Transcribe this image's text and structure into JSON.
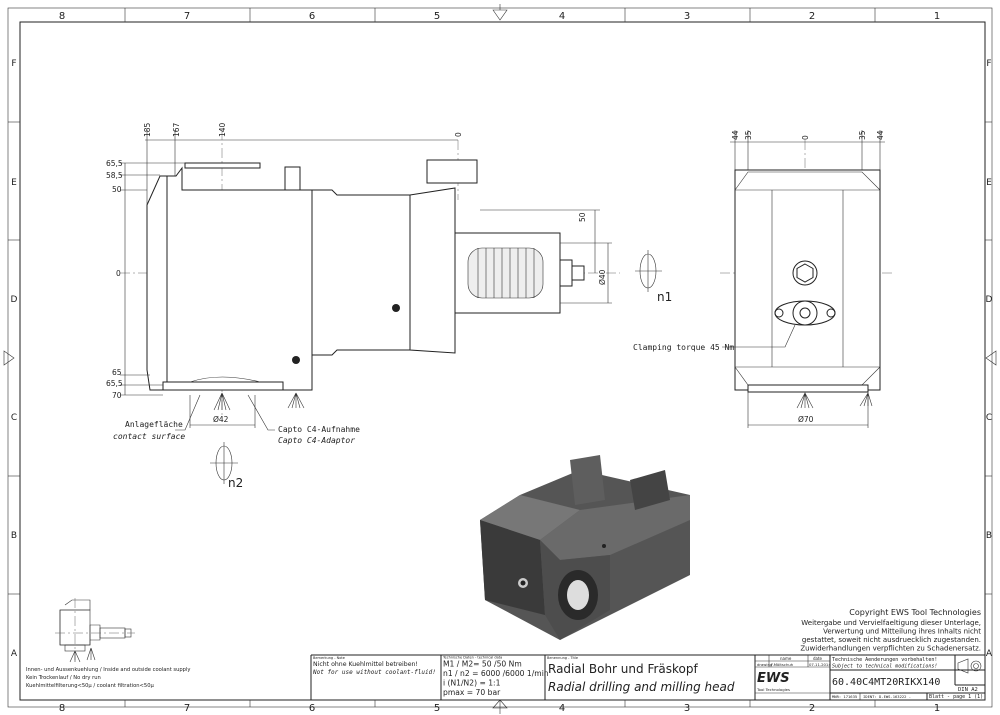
{
  "frame": {
    "columns": [
      "8",
      "7",
      "6",
      "5",
      "4",
      "3",
      "2",
      "1"
    ],
    "rows": [
      "F",
      "E",
      "D",
      "C",
      "B",
      "A"
    ]
  },
  "side_view": {
    "dims_top": [
      "185",
      "167",
      "140",
      "0"
    ],
    "dims_left": [
      "65,5",
      "58,5",
      "50",
      "0",
      "65",
      "65,5",
      "70"
    ],
    "dim_50": "50",
    "dim_d40": "Ø40",
    "dim_d42": "Ø42",
    "rotation_n1": "n1",
    "rotation_n2": "n2",
    "contact_de": "Anlagefläche",
    "contact_en": "contact surface",
    "adaptor_de": "Capto C4-Aufnahme",
    "adaptor_en": "Capto C4-Adaptor"
  },
  "front_view": {
    "dims_top": [
      "44",
      "35",
      "0",
      "35",
      "44"
    ],
    "dim_d70": "Ø70",
    "clamping": "Clamping torque 45 Nm"
  },
  "coolant_note": {
    "line1": "Innen- und Aussenkuehlung / Inside and outside coolant supply",
    "line2": "Kein Trockenlauf / No dry run",
    "line3": "Kuehlmittelfilterung<50µ / coolant filtration<50µ"
  },
  "copyright": {
    "title": "Copyright EWS Tool Technologies",
    "lines": [
      "Weitergabe und Vervielfaeltigung dieser Unterlage,",
      "Verwertung und Mitteilung ihres Inhalts nicht",
      "gestattet, soweit nicht ausdruecklich zugestanden.",
      "Zuwiderhandlungen verpflichten zu Schadenersatz."
    ]
  },
  "title_block": {
    "note_label": "Bemerkung - Note",
    "note_de": "Nicht ohne Kuehlmittel betreiben!",
    "note_en": "Not for use without coolant-fluid!",
    "tech_label": "Technische Daten - technical data",
    "tech_lines": [
      "M1 / M2= 50 /50 Nm",
      "n1 / n2 = 6000 /6000  1/min",
      "i (N1/N2)  = 1:1",
      "pmax     = 70 bar"
    ],
    "title_label": "Benennung - Title",
    "title_de": "Radial Bohr und Fräskopf",
    "title_en": "Radial drilling and milling head",
    "name_hdr": "name",
    "date_hdr": "date",
    "drawing_lbl": "drawing",
    "drawing_name": "F.Möltschuh",
    "drawing_date": "07.11.2014",
    "logo": "EWS",
    "logo_sub": "Tool Technologies",
    "changes_de": "Technische Aenderungen vorbehalten!",
    "changes_en": "Subject to technical modifications!",
    "part_no": "60.40C4MT20RIKX140",
    "format": "DIN A2",
    "mnr": "MNR: 171635",
    "ident": "IDENT: D-EWS-163222 -",
    "sheet": "Blatt - page  1 (1)"
  }
}
